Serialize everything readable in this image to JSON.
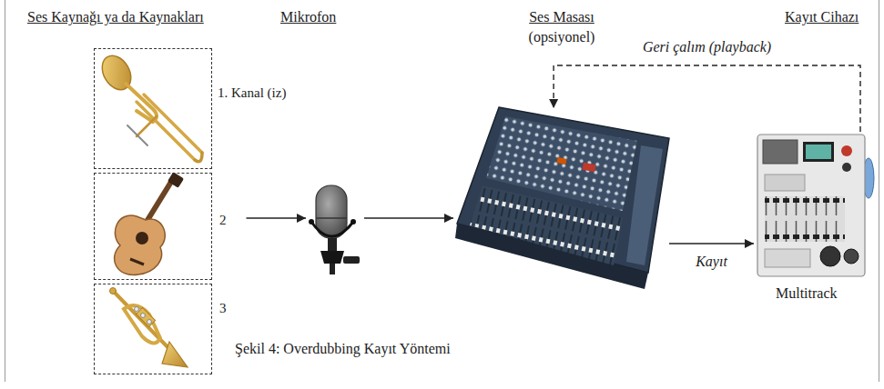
{
  "diagram": {
    "caption": "Şekil 4: Overdubbing Kayıt Yöntemi",
    "nodes": [
      {
        "text": [
          "1. Kanal (iz)"
        ]
      },
      {
        "text": [
          "2"
        ]
      },
      {
        "text": [
          "3"
        ]
      },
      {
        "text": [
          "Mikrofon"
        ]
      },
      {
        "text": [
          "Ses Masası",
          "(opsiyonel)"
        ]
      },
      {
        "text": [
          "Kayıt Cihazı",
          "Multitrack"
        ]
      }
    ],
    "edges": [
      {
        "from": 1,
        "to": 3,
        "arrow": "to"
      },
      {
        "from": 3,
        "to": 4,
        "arrow": "to"
      },
      {
        "from": 4,
        "to": 5,
        "label": "Kayıt",
        "arrow": "to"
      },
      {
        "from": 5,
        "to": 4,
        "label": "Geri çalım (playback)",
        "arrow": "to"
      }
    ],
    "labels": [
      "Ses Kaynağı ya da Kaynakları"
    ]
  }
}
